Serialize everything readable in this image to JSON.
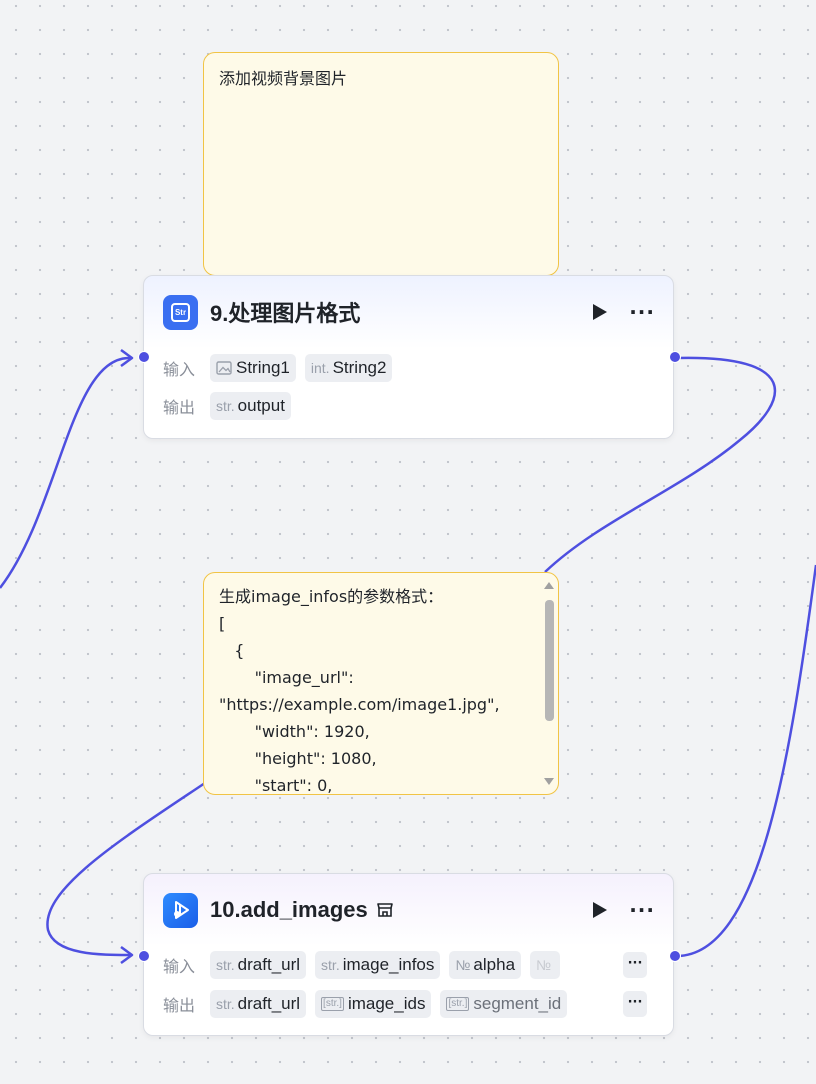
{
  "notes": [
    {
      "text": "添加视频背景图片"
    },
    {
      "text": "生成image_infos的参数格式：\n[\n   {\n       \"image_url\": \n\"https://example.com/image1.jpg\",\n       \"width\": 1920,\n       \"height\": 1080,\n       \"start\": 0,"
    }
  ],
  "nodes": [
    {
      "title": "9.处理图片格式",
      "icon": "str-plugin-icon",
      "input_label": "输入",
      "output_label": "输出",
      "inputs": [
        {
          "type": "image-icon",
          "name": "String1"
        },
        {
          "type": "int.",
          "name": "String2"
        }
      ],
      "outputs": [
        {
          "type": "str.",
          "name": "output"
        }
      ]
    },
    {
      "title": "10.add_images",
      "icon": "video-plugin-icon",
      "badge_icon": "store-icon",
      "input_label": "输入",
      "output_label": "输出",
      "inputs": [
        {
          "type": "str.",
          "name": "draft_url"
        },
        {
          "type": "str.",
          "name": "image_infos"
        },
        {
          "type": "№",
          "name": "alpha"
        },
        {
          "type": "№",
          "name": ""
        }
      ],
      "outputs": [
        {
          "type": "str.",
          "name": "draft_url"
        },
        {
          "type": "[str.]",
          "name": "image_ids"
        },
        {
          "type": "[str.]",
          "name": "segment_id"
        }
      ]
    }
  ],
  "colors": {
    "canvas": "#f2f3f5",
    "edge": "#4e4fe0",
    "note_fill": "#fefae8",
    "note_border": "#f1c445",
    "accent": "#3a6ff1"
  }
}
